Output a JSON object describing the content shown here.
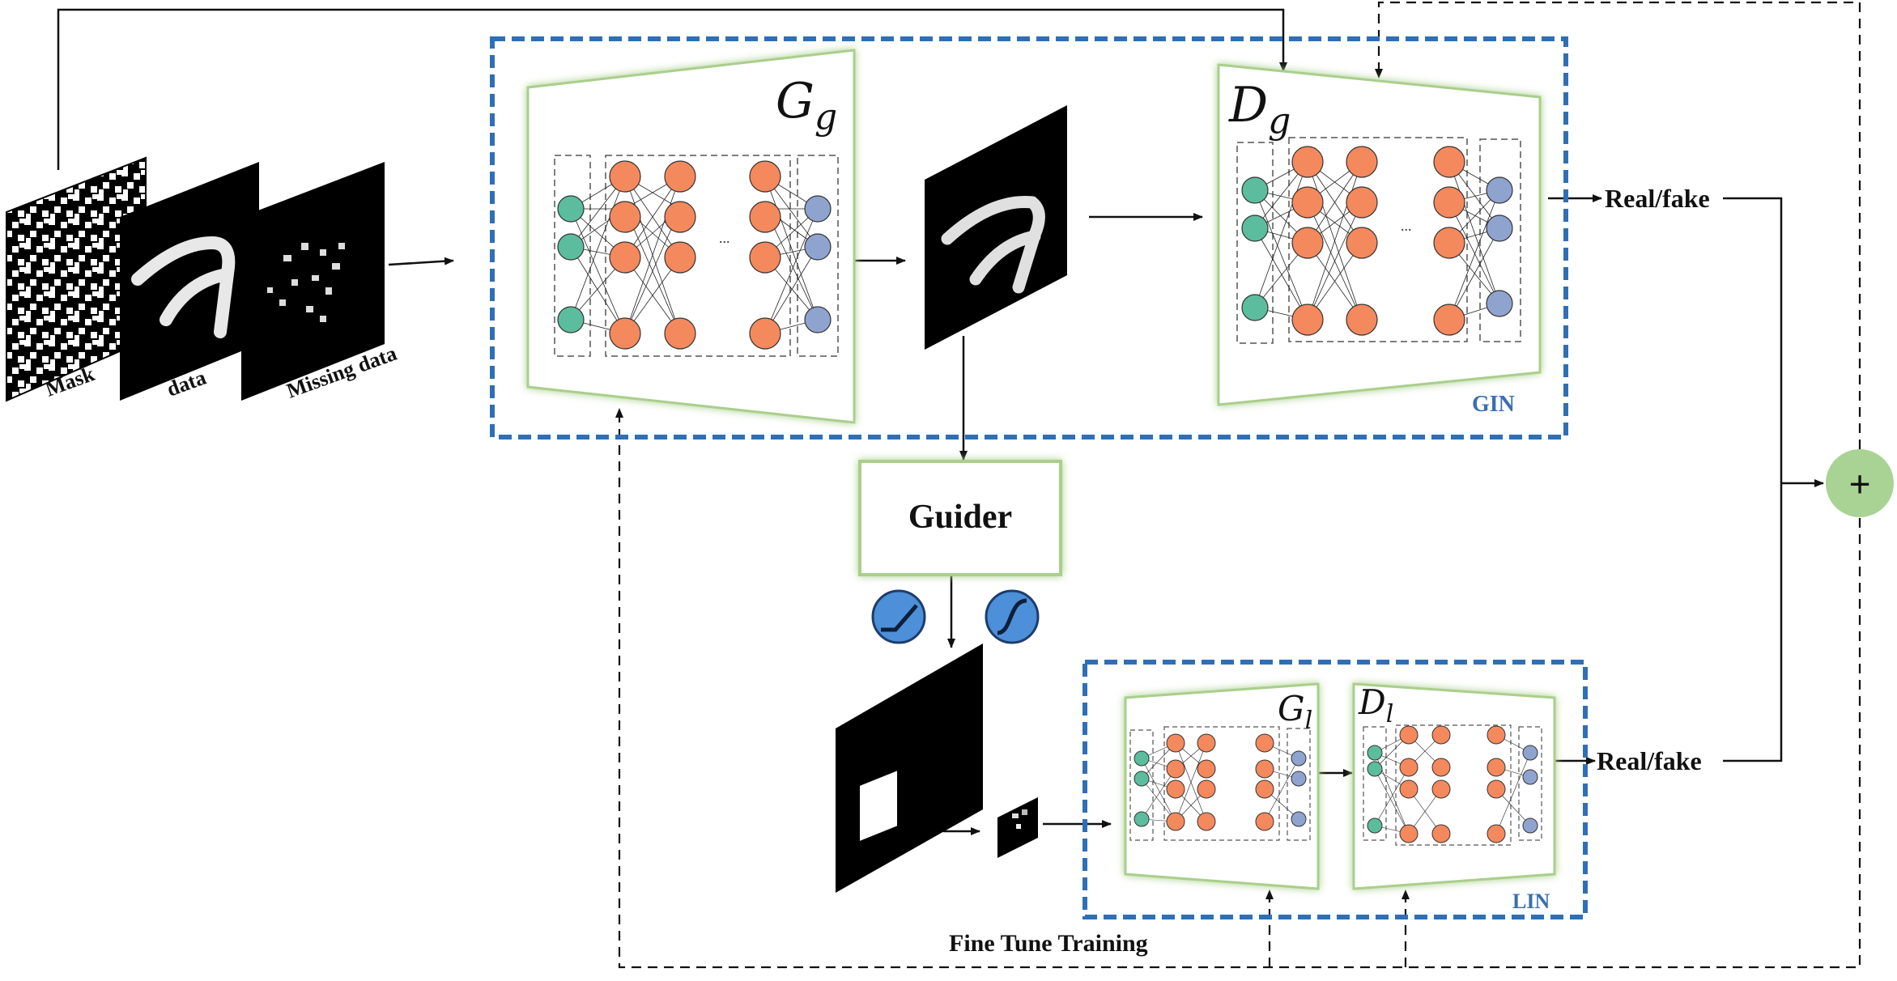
{
  "labels": {
    "mask": "Mask",
    "data": "data",
    "missing_data": "Missing data",
    "gg_main": "G",
    "gg_sub": "g",
    "dg_main": "D",
    "dg_sub": "g",
    "gin": "GIN",
    "guider": "Guider",
    "gl_main": "G",
    "gl_sub": "l",
    "dl_main": "D",
    "dl_sub": "l",
    "lin": "LIN",
    "real_fake_top": "Real/fake",
    "real_fake_bottom": "Real/fake",
    "fine_tune": "Fine Tune Training",
    "plus": "+",
    "ellipsis": "...",
    "vdots": "⋮"
  },
  "colors": {
    "dashed_box": "#2f6fb5",
    "green_glow": "#a9cf8c",
    "input_node": "#5bbd9d",
    "hidden_node": "#f4895d",
    "output_node": "#8fa3cf",
    "plus_circle": "#a9d394",
    "activation_circle": "#4d8fd8"
  }
}
